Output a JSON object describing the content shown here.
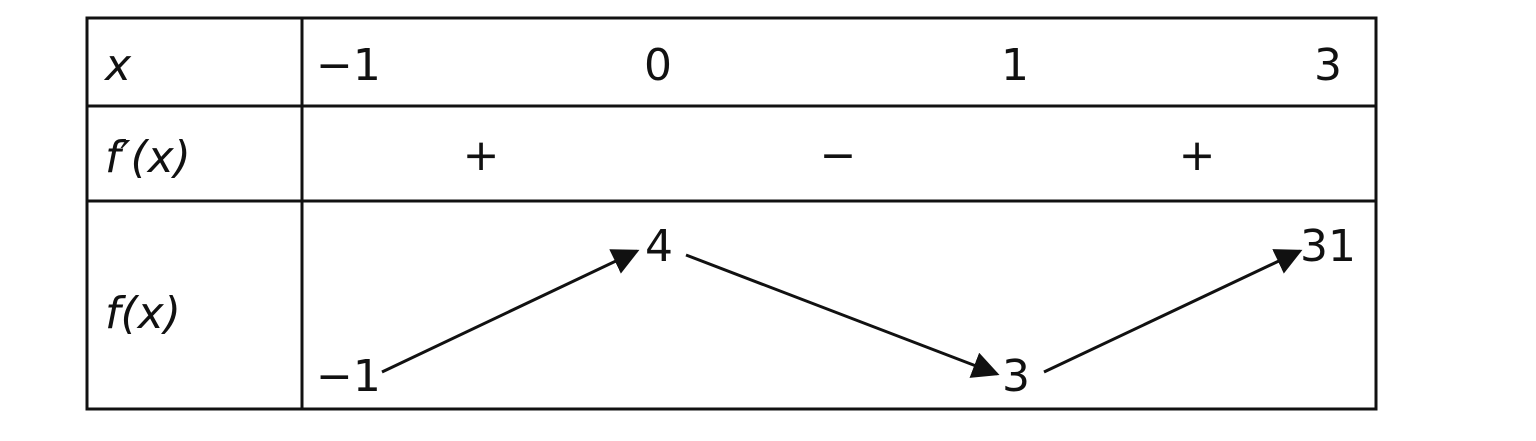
{
  "row_labels": {
    "x": "x",
    "derivative": "f′(x)",
    "function": "f(x)"
  },
  "x_values": [
    "−1",
    "0",
    "1",
    "3"
  ],
  "derivative_signs": [
    "+",
    "−",
    "+"
  ],
  "function_values": [
    "−1",
    "4",
    "3",
    "31"
  ],
  "function_direction": [
    "increasing",
    "decreasing",
    "increasing"
  ],
  "colors": {
    "line": "#111111",
    "background": "#ffffff"
  }
}
